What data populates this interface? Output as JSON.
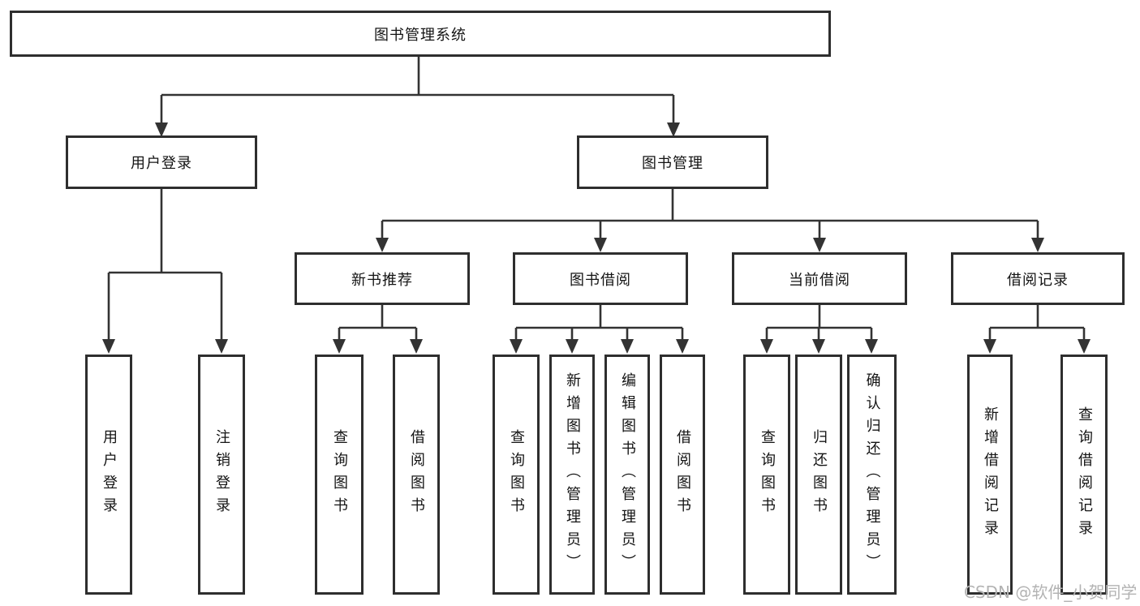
{
  "n": {
    "root": "图书管理系统",
    "l2_user_login": "用户登录",
    "l2_book_mgmt": "图书管理",
    "l3_new_book": "新书推荐",
    "l3_book_borrow": "图书借阅",
    "l3_current_borrow": "当前借阅",
    "l3_borrow_record": "借阅记录",
    "leaf_user_login": "用户登录",
    "leaf_logout": "注销登录",
    "leaf_query_book_a": "查询图书",
    "leaf_borrow_book_a": "借阅图书",
    "leaf_query_book_b": "查询图书",
    "leaf_add_book": "新增图书（管理员）",
    "leaf_edit_book": "编辑图书（管理员）",
    "leaf_borrow_book_b": "借阅图书",
    "leaf_query_book_c": "查询图书",
    "leaf_return_book": "归还图书",
    "leaf_confirm_return": "确认归还（管理员）",
    "leaf_add_borrow_record": "新增借阅记录",
    "leaf_query_borrow_record": "查询借阅记录"
  },
  "hierarchy": {
    "图书管理系统": [
      "用户登录",
      "图书管理"
    ],
    "用户登录": [
      "用户登录",
      "注销登录"
    ],
    "图书管理": [
      "新书推荐",
      "图书借阅",
      "当前借阅",
      "借阅记录"
    ],
    "新书推荐": [
      "查询图书",
      "借阅图书"
    ],
    "图书借阅": [
      "查询图书",
      "新增图书（管理员）",
      "编辑图书（管理员）",
      "借阅图书"
    ],
    "当前借阅": [
      "查询图书",
      "归还图书",
      "确认归还（管理员）"
    ],
    "借阅记录": [
      "新增借阅记录",
      "查询借阅记录"
    ]
  },
  "watermark": {
    "text": "CSDN @软件_小贺同学"
  },
  "colors": {
    "line": "#333333",
    "border": "#2e2e2e",
    "text": "#141414",
    "watermark": "#b3b3b3",
    "background": "#ffffff"
  }
}
